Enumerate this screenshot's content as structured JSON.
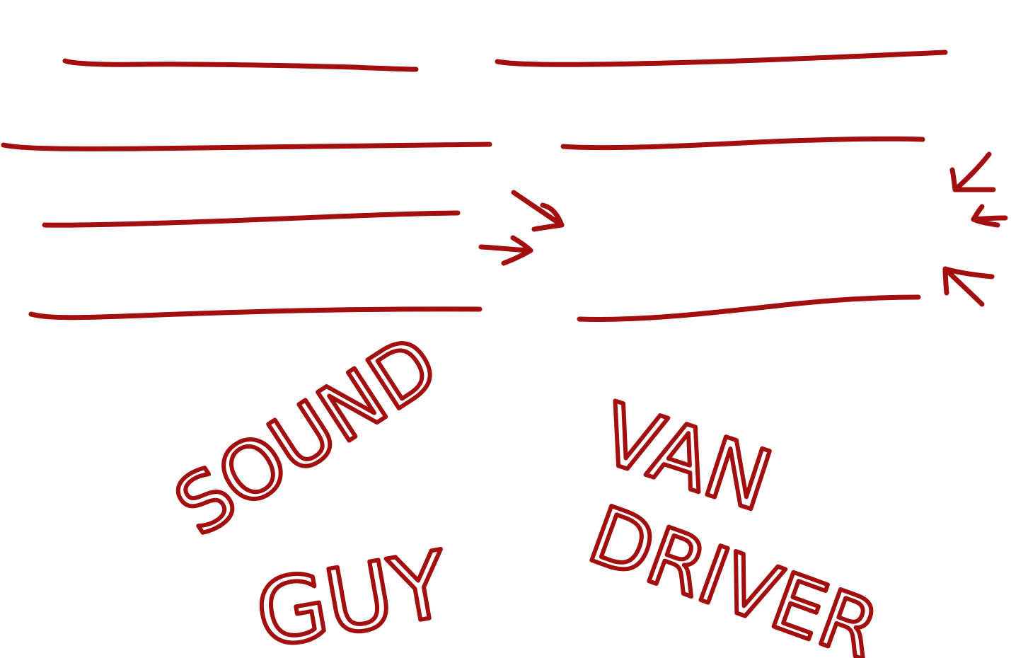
{
  "ink_color": "#a30e0e",
  "labels": {
    "sound": "SOUND",
    "guy": "GUY",
    "van": "VAN",
    "driver": "DRIVER"
  },
  "icons": [
    "arrow-icon"
  ]
}
